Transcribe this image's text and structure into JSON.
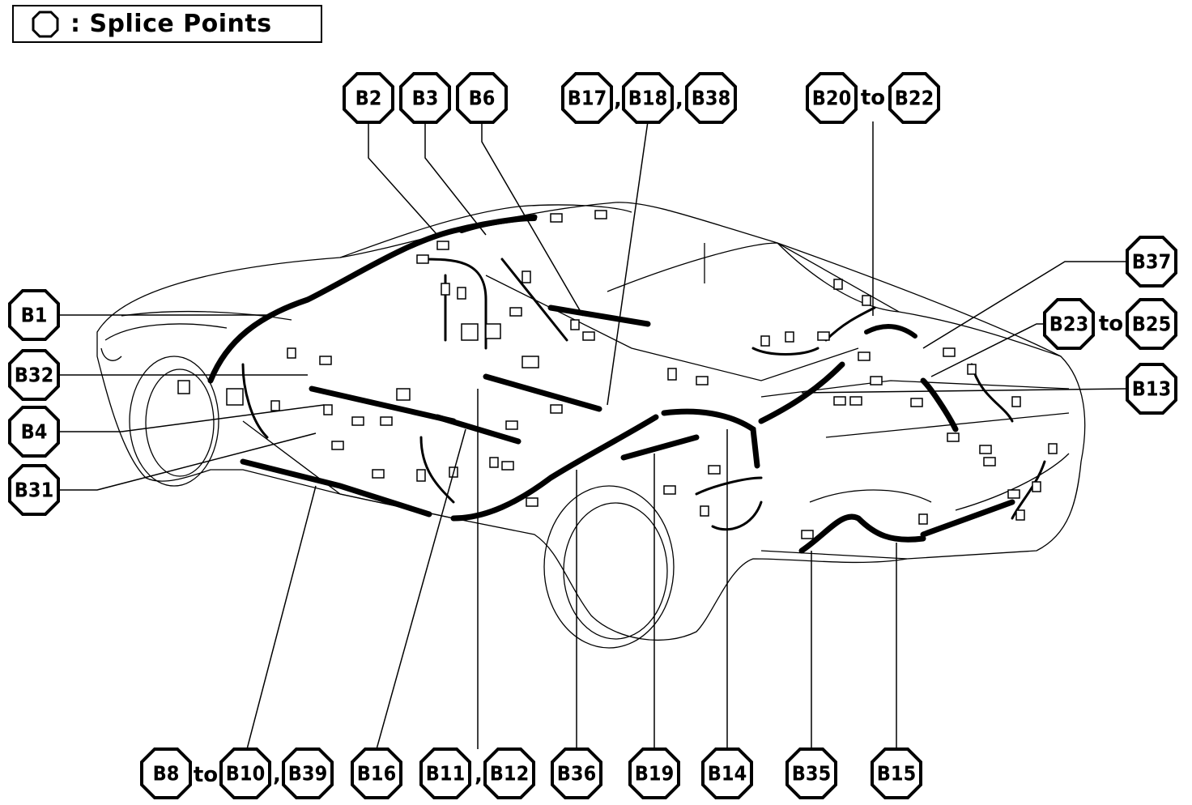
{
  "legend": {
    "symbol_icon": "octagon-outline-icon",
    "text": ": Splice Points"
  },
  "labels": {
    "B1": "B1",
    "B2": "B2",
    "B3": "B3",
    "B4": "B4",
    "B6": "B6",
    "B8": "B8",
    "B10": "B10",
    "B11": "B11",
    "B12": "B12",
    "B13": "B13",
    "B14": "B14",
    "B15": "B15",
    "B16": "B16",
    "B17": "B17",
    "B18": "B18",
    "B19": "B19",
    "B20": "B20",
    "B22": "B22",
    "B23": "B23",
    "B25": "B25",
    "B31": "B31",
    "B32": "B32",
    "B35": "B35",
    "B36": "B36",
    "B37": "B37",
    "B38": "B38",
    "B39": "B39"
  },
  "connectors": {
    "to": "to",
    "comma": ","
  }
}
